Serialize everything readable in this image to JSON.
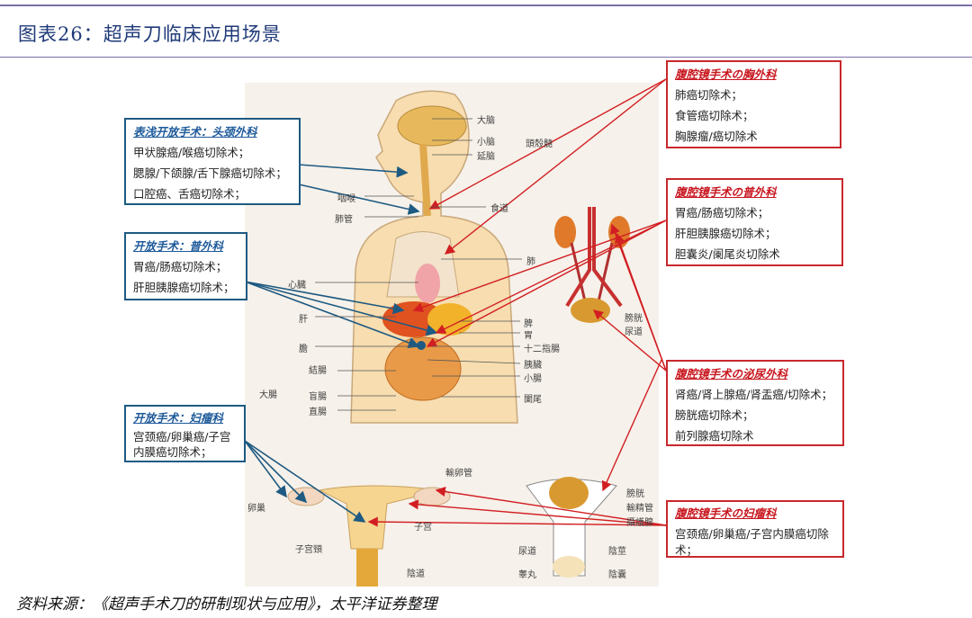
{
  "header": {
    "title": "图表26：超声刀临床应用场景"
  },
  "footer": {
    "source": "资料来源：《超声手术刀的研制现状与应用》，太平洋证券整理"
  },
  "colors": {
    "open_surgery": "#1e5a82",
    "laparoscopic": "#c8282d",
    "title": "#1f3a78"
  },
  "boxes": {
    "head_neck": {
      "heading": "表浅开放手术：头颈外科",
      "items": [
        "甲状腺癌/喉癌切除术；",
        "腮腺/下颌腺/舌下腺癌切除术；",
        "口腔癌、舌癌切除术；"
      ]
    },
    "open_general": {
      "heading": "开放手术：普外科",
      "items": [
        "胃癌/肠癌切除术；",
        "肝胆胰腺癌切除术；"
      ]
    },
    "open_gyn": {
      "heading": "开放手术：妇瘤科",
      "items": [
        "宫颈癌/卵巢癌/子宫内膜癌切除术；"
      ]
    },
    "lap_thoracic": {
      "heading": "腹腔镜手术の胸外科",
      "items": [
        "肺癌切除术；",
        "食管癌切除术；",
        "胸腺瘤/癌切除术"
      ]
    },
    "lap_general": {
      "heading": "腹腔镜手术の普外科",
      "items": [
        "胃癌/肠癌切除术；",
        "肝胆胰腺癌切除术；",
        "胆囊炎/阑尾炎切除术"
      ]
    },
    "lap_urology": {
      "heading": "腹腔镜手术の泌尿外科",
      "items": [
        "肾癌/肾上腺癌/肾盂癌/切除术；",
        "膀胱癌切除术；",
        "前列腺癌切除术"
      ]
    },
    "lap_gyn": {
      "heading": "腹腔镜手术の妇瘤科",
      "items": [
        "宫颈癌/卵巢癌/子宫内膜癌切除术；"
      ]
    }
  },
  "anatomy": {
    "brain": [
      "大脑",
      "小脑",
      "延脑",
      "頭殼髓"
    ],
    "torso": {
      "throat": "咽喉",
      "esophagus": "食道",
      "trachea": "肺管",
      "lung": "肺",
      "heart": "心臓",
      "liver": "肝",
      "gallbladder": "膽",
      "spleen": "脾",
      "stomach": "胃",
      "duodenum": "十二指腸",
      "pancreas": "胰臟",
      "small_intestine": "小腸",
      "appendix": "闌尾",
      "colon": "結腸",
      "large_intestine": "大腸",
      "cecum": "盲腸",
      "rectum": "直腸"
    },
    "urinary": {
      "bladder": "膀胱",
      "urethra": "尿道"
    },
    "female": {
      "fallopian": "輸卵管",
      "ovary": "卵巢",
      "uterus": "子宫",
      "cervix": "子宫頸",
      "vagina": "陰道"
    },
    "male": {
      "bladder": "膀胱",
      "vas": "輸精管",
      "prostate": "攝護腺",
      "urethra": "尿道",
      "penis": "陰莖",
      "testis": "睾丸",
      "scrotum": "陰囊"
    }
  }
}
